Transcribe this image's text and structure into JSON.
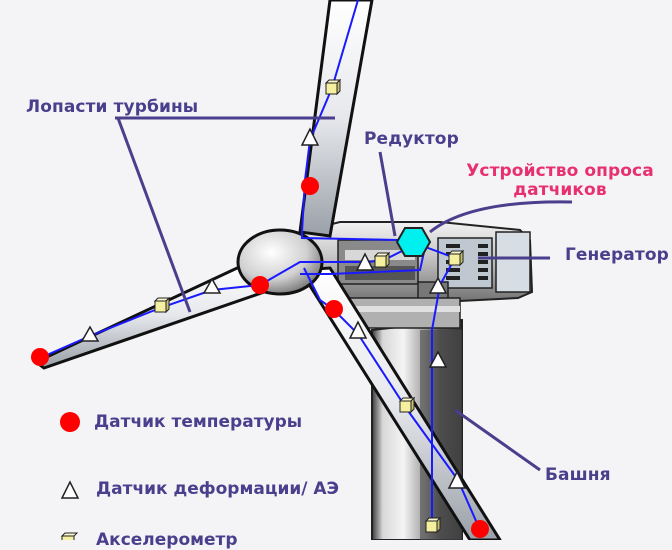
{
  "labels": {
    "blades": "Лопасти турбины",
    "gearbox": "Редуктор",
    "daq_line1": "Устройство опроса",
    "daq_line2": "датчиков",
    "generator": "Генератор",
    "tower": "Башня"
  },
  "legend": [
    {
      "symbol": "red-circle",
      "label": "Датчик температуры"
    },
    {
      "symbol": "white-triangle",
      "label": "Датчик деформации/ АЭ"
    },
    {
      "symbol": "yellow-cube",
      "label": "Акселерометр"
    }
  ],
  "colors": {
    "label_text": "#4a3f8c",
    "daq_text": "#e8306f",
    "leader_line": "#4a3f8c",
    "wiring": "#1a1aff",
    "temperature_sensor": "#ff0000",
    "strain_sensor": "#ffffff",
    "accelerometer": "#f5f0a0",
    "daq_device": "#00f0f0",
    "background": "#f4f4f6"
  }
}
